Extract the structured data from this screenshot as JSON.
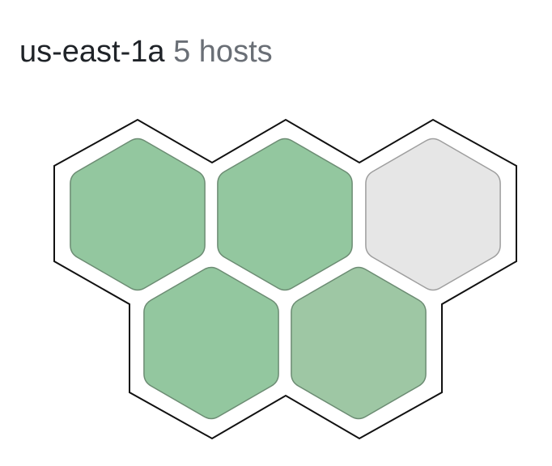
{
  "header": {
    "zone": "us-east-1a",
    "count_label": "5 hosts"
  },
  "legend": {
    "colors": {
      "healthy": "#93c79f",
      "degraded": "#9ec7a4",
      "no_data": "#e6e6e6",
      "healthy_stroke": "#6c8c73",
      "no_data_stroke": "#9e9e9e",
      "outline": "#111111"
    }
  },
  "hosts": [
    {
      "id": "host-1",
      "status": "healthy"
    },
    {
      "id": "host-2",
      "status": "healthy"
    },
    {
      "id": "host-3",
      "status": "no_data"
    },
    {
      "id": "host-4",
      "status": "healthy"
    },
    {
      "id": "host-5",
      "status": "degraded"
    }
  ]
}
